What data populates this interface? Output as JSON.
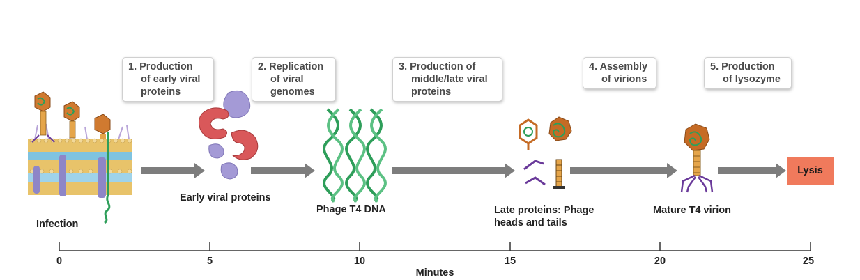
{
  "steps": [
    {
      "lines": [
        "1. Production",
        "of early viral",
        "proteins"
      ]
    },
    {
      "lines": [
        "2. Replication",
        "of viral",
        "genomes"
      ]
    },
    {
      "lines": [
        "3. Production of",
        "middle/late viral",
        "proteins"
      ]
    },
    {
      "lines": [
        "4. Assembly",
        "of virions"
      ]
    },
    {
      "lines": [
        "5. Production",
        "of lysozyme"
      ]
    }
  ],
  "stages": {
    "infection": "Infection",
    "early_proteins": "Early viral proteins",
    "phage_dna": "Phage T4 DNA",
    "late_proteins_1": "Late proteins: Phage",
    "late_proteins_2": "heads and tails",
    "mature_virion": "Mature T4 virion",
    "lysis": "Lysis"
  },
  "axis": {
    "title": "Minutes",
    "ticks": [
      "0",
      "5",
      "10",
      "15",
      "20",
      "25"
    ]
  },
  "colors": {
    "arrow": "#7d7d7d",
    "lysis_box": "#f07a5c",
    "dna_green": "#2e9e5a",
    "protein_red": "#d9585a",
    "protein_purple": "#a49ad6",
    "phage_orange": "#c56b25",
    "tail_purple": "#6a3a9a"
  },
  "icons": [
    "cell-membrane-infection-icon",
    "early-protein-blobs-icon",
    "dna-helix-icon",
    "phage-head-icon",
    "phage-tail-icon",
    "mature-virion-icon"
  ]
}
